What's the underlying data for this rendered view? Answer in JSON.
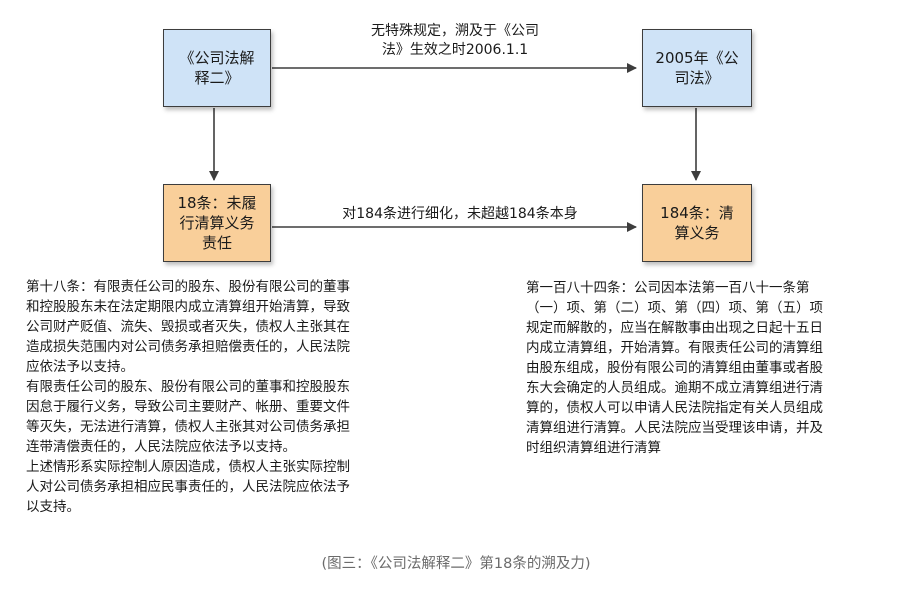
{
  "nodes": {
    "interp2": {
      "lines": [
        "《公司法解",
        "释二》"
      ]
    },
    "law2005": {
      "lines": [
        "2005年《公",
        "司法》"
      ]
    },
    "art18": {
      "lines": [
        "18条：未履",
        "行清算义务",
        "责任"
      ]
    },
    "art184": {
      "lines": [
        "184条：清",
        "算义务"
      ]
    }
  },
  "edges": {
    "top": {
      "lines": [
        "无特殊规定，溯及于《公司",
        "法》生效之时2006.1.1"
      ]
    },
    "bottom": {
      "lines": [
        "对184条进行细化，未超越184条本身"
      ]
    }
  },
  "text_left": {
    "lines": [
      "第十八条：有限责任公司的股东、股份有限公司的董事",
      "和控股股东未在法定期限内成立清算组开始清算，导致",
      "公司财产贬值、流失、毁损或者灭失，债权人主张其在",
      "造成损失范围内对公司债务承担赔偿责任的，人民法院",
      "应依法予以支持。",
      "有限责任公司的股东、股份有限公司的董事和控股股东",
      "因怠于履行义务，导致公司主要财产、帐册、重要文件",
      "等灭失，无法进行清算，债权人主张其对公司债务承担",
      "连带清偿责任的，人民法院应依法予以支持。",
      "上述情形系实际控制人原因造成，债权人主张实际控制",
      "人对公司债务承担相应民事责任的，人民法院应依法予",
      "以支持。"
    ]
  },
  "text_right": {
    "lines": [
      "第一百八十四条：公司因本法第一百八十一条第",
      "（一）项、第（二）项、第（四）项、第（五）项",
      "规定而解散的，应当在解散事由出现之日起十五日",
      "内成立清算组，开始清算。有限责任公司的清算组",
      "由股东组成，股份有限公司的清算组由董事或者股",
      "东大会确定的人员组成。逾期不成立清算组进行清",
      "算的，债权人可以申请人民法院指定有关人员组成",
      "清算组进行清算。人民法院应当受理该申请，并及",
      "时组织清算组进行清算"
    ]
  },
  "caption": "(图三：《公司法解释二》第18条的溯及力)",
  "colors": {
    "blue_box": "#cfe3f7",
    "orange_box": "#f9cf9a",
    "arrow": "#3d3d3d",
    "caption_text": "#6b6b6b"
  }
}
